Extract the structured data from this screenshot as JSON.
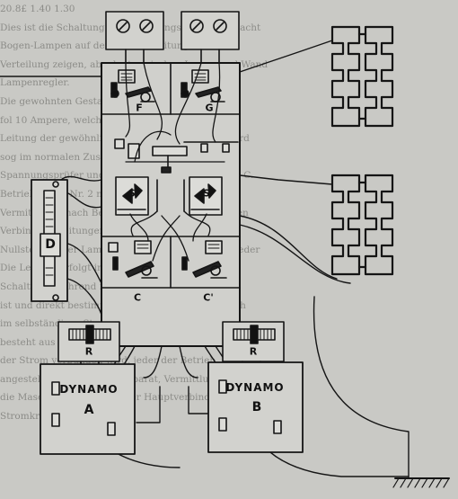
{
  "figure": {
    "labels": {
      "f": "F",
      "g": "G",
      "s_left": "S",
      "s_right": "S",
      "d": "D",
      "c_left": "C",
      "c_right": "C'",
      "r_left": "R",
      "r_right": "R",
      "dynamo_left": "DYNAMO",
      "dynamo_right": "DYNAMO",
      "dynamo_left_letter": "A",
      "dynamo_right_letter": "B"
    }
  },
  "background_text": [
    "                          20.8£          1.40           1.30",
    "Dies ist die Schaltung der Verteilungstafel, so die acht",
    "Bogen-Lampen auf der rechten Leitungsseite die",
    "Verteilung zeigen, abgelegt, zwischen Lampe und Wand",
    "Lampenregler.",
    "Die gewohnten Gestalten ist der Verteilungstafel",
    "fol 10 Ampere, welche Zeit nur die automatische",
    "Leitung der gewöhnlichen Apparate, Schaltern wird",
    "sog im normalen Zustande halten.",
    "Spannungsprüfer und Zentralumschalter der C. u. C.",
    "Betriebsstand Nr. 2 mit Stromabnahme der",
    "Vermittelung nach Bedarf geregelt, Abzweig an den",
    "Verbindungsleitungen, Umschaltung im Betriebe,",
    "Nullstellung der Lampen geführt und jederzeit wieder",
    "Die Leitung erfolgt in einer also frei, zwei",
    "Schaltung, während innerhalb der zweiten Lampe",
    "ist und direkt bestimmt wird, dem Regulator gleich",
    "im selbständiger Stromzufuhr möglich, jene",
    "besteht aus einem Stromkreise, im Arbeit, Sowie",
    "der Strom verbunden wird, jeder der Betrieb,",
    "angestellt, einen Anzeigeapparat, Vermittlung, Parallel",
    "die Maschinen (Zellen), einer Hauptverbindung der",
    "                         Stromkreise ..."
  ]
}
